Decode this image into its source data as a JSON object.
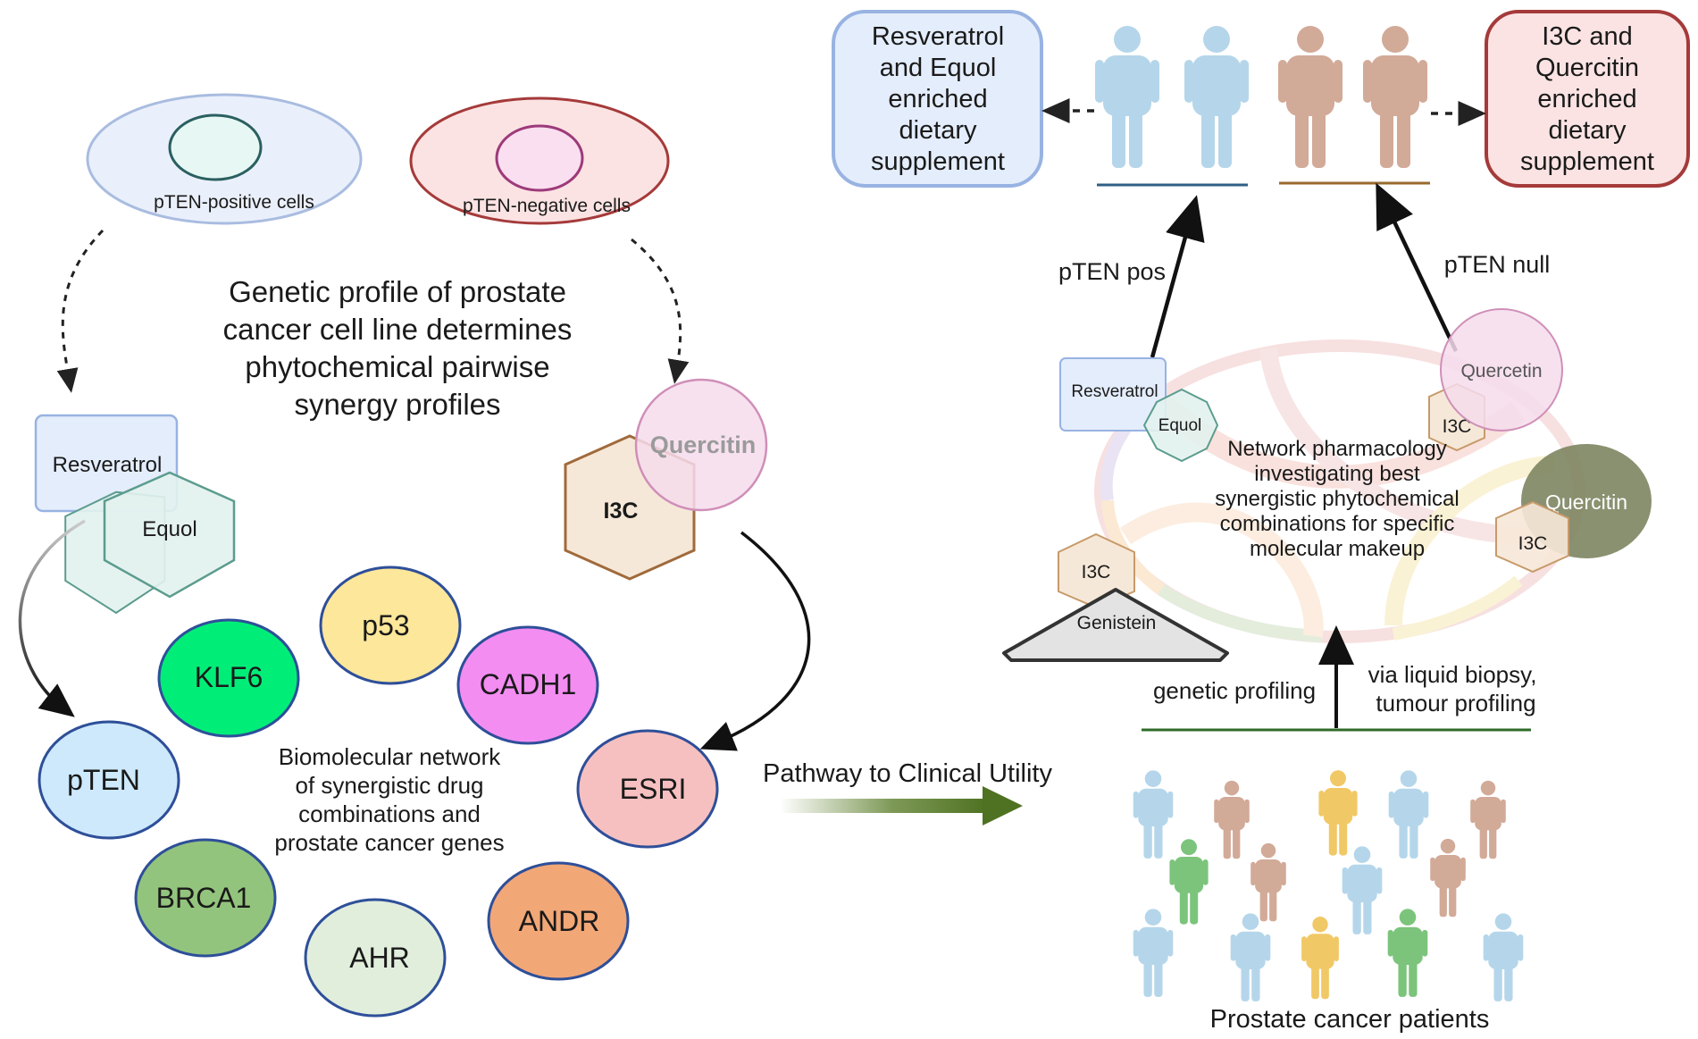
{
  "left": {
    "pten_positive_label": "pTEN-positive cells",
    "pten_negative_label": "pTEN-negative cells",
    "title_lines": [
      "Genetic profile of prostate",
      "cancer cell line determines",
      "phytochemical pairwise",
      "synergy profiles"
    ],
    "resveratrol": "Resveratrol",
    "equol": "Equol",
    "quercitin": "Quercitin",
    "i3c": "I3C",
    "network_label_lines": [
      "Biomolecular network",
      "of synergistic drug",
      "combinations and",
      "prostate cancer genes"
    ],
    "genes": {
      "pten": "pTEN",
      "klf6": "KLF6",
      "p53": "p53",
      "cadh1": "CADH1",
      "esri": "ESRI",
      "andr": "ANDR",
      "ahr": "AHR",
      "brca1": "BRCA1"
    }
  },
  "middle": {
    "pathway_label": "Pathway to Clinical Utility"
  },
  "right": {
    "box_left_lines": [
      "Resveratrol",
      "and Equol",
      "enriched",
      "dietary",
      "supplement"
    ],
    "box_right_lines": [
      "I3C and",
      "Quercitin",
      "enriched",
      "dietary",
      "supplement"
    ],
    "pten_pos": "pTEN pos",
    "pten_null": "pTEN null",
    "resveratrol": "Resveratrol",
    "equol": "Equol",
    "quercetin": "Quercetin",
    "quercitin": "Quercitin",
    "i3c": "I3C",
    "genistein": "Genistein",
    "network_lines": [
      "Network pharmacology",
      "investigating best",
      "synergistic phytochemical",
      "combinations for specific",
      "molecular makeup"
    ],
    "genetic_profiling": "genetic profiling",
    "liquid_biopsy_lines": [
      "via liquid biopsy,",
      "tumour profiling"
    ],
    "patients_label": "Prostate cancer patients"
  }
}
